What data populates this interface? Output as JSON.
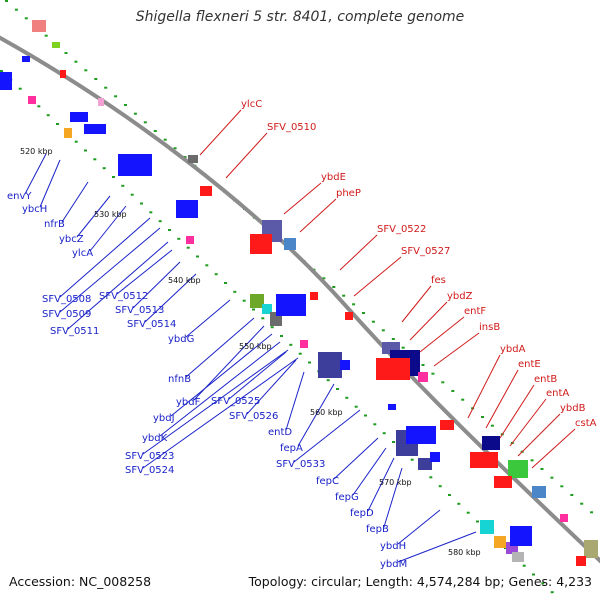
{
  "title": "Shigella flexneri 5 str. 8401, complete genome",
  "accession_text": "Accession: NC_008258",
  "summary_text": "Topology: circular; Length: 4,574,284 bp; Genes: 4,233",
  "colors": {
    "backbone": "#8c8c8c",
    "forward_label": "#d11b1b",
    "reverse_label": "#1b23c8",
    "forward_gene": "#ff1a1a",
    "reverse_gene": "#1414ff",
    "dots": "#1f9c1f"
  },
  "ticks": [
    "520 kbp",
    "530 kbp",
    "540 kbp",
    "550 kbp",
    "560 kbp",
    "570 kbp",
    "580 kbp"
  ],
  "forward_labels": [
    "ylcC",
    "SFV_0510",
    "ybdE",
    "pheP",
    "SFV_0522",
    "SFV_0527",
    "fes",
    "ybdZ",
    "entF",
    "insB",
    "ybdA",
    "entE",
    "entB",
    "entA",
    "ybdB",
    "cstA"
  ],
  "reverse_labels": [
    "envY",
    "ybcH",
    "nfrB",
    "ybcZ",
    "ylcA",
    "SFV_0508",
    "SFV_0509",
    "SFV_0511",
    "SFV_0512",
    "SFV_0513",
    "SFV_0514",
    "ybdG",
    "nfnB",
    "ybdF",
    "ybdJ",
    "ybdK",
    "SFV_0523",
    "SFV_0524",
    "SFV_0525",
    "SFV_0526",
    "entD",
    "fepA",
    "SFV_0533",
    "fepC",
    "fepG",
    "fepD",
    "fepB",
    "ybdH",
    "ybdM"
  ]
}
